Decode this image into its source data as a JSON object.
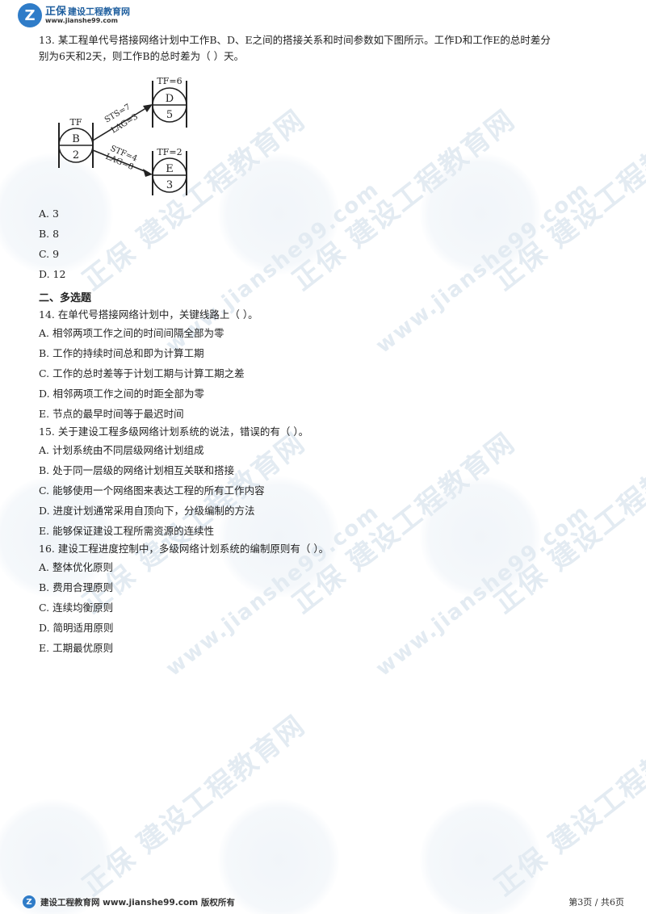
{
  "header": {
    "brand": "正保",
    "site_name": "建设工程教育网",
    "url": "www.jianshe99.com"
  },
  "watermark": {
    "text": "正保 建设工程教育网",
    "url": "www.jianshe99.com"
  },
  "q13": {
    "line1": "13. 某工程单代号搭接网络计划中工作B、D、E之间的搭接关系和时间参数如下图所示。工作D和工作E的总时差分",
    "line2": "别为6天和2天，则工作B的总时差为（  ）天。",
    "options": [
      "A. 3",
      "B. 8",
      "C. 9",
      "D. 12"
    ]
  },
  "diagram": {
    "node_b": {
      "top": "TF",
      "name": "B",
      "duration": "2"
    },
    "node_d": {
      "top": "TF=6",
      "name": "D",
      "duration": "5"
    },
    "node_e": {
      "top": "TF=2",
      "name": "E",
      "duration": "3"
    },
    "link_bd": {
      "rel": "STS=7",
      "lag": "LAG=3"
    },
    "link_be": {
      "rel": "STF=4",
      "lag": "LAG=8"
    }
  },
  "section2": "二、多选题",
  "q14": {
    "stem": "14. 在单代号搭接网络计划中，关键线路上（  ）。",
    "options": [
      "A. 相邻两项工作之间的时间间隔全部为零",
      "B. 工作的持续时间总和即为计算工期",
      "C. 工作的总时差等于计划工期与计算工期之差",
      "D. 相邻两项工作之间的时距全部为零",
      "E. 节点的最早时间等于最迟时间"
    ]
  },
  "q15": {
    "stem": "15. 关于建设工程多级网络计划系统的说法，错误的有（  ）。",
    "options": [
      "A. 计划系统由不同层级网络计划组成",
      "B. 处于同一层级的网络计划相互关联和搭接",
      "C. 能够使用一个网络图来表达工程的所有工作内容",
      "D. 进度计划通常采用自顶向下，分级编制的方法",
      "E. 能够保证建设工程所需资源的连续性"
    ]
  },
  "q16": {
    "stem": "16. 建设工程进度控制中，多级网络计划系统的编制原则有（  ）。",
    "options": [
      "A. 整体优化原则",
      "B. 费用合理原则",
      "C. 连续均衡原则",
      "D. 简明适用原则",
      "E. 工期最优原则"
    ]
  },
  "footer": {
    "left": "建设工程教育网 www.jianshe99.com 版权所有",
    "page": "第3页 / 共6页"
  }
}
